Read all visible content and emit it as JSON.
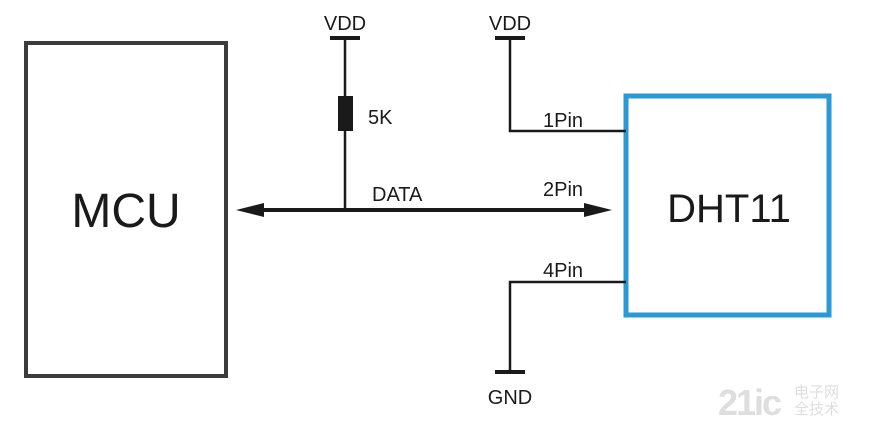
{
  "mcu": {
    "label": "MCU"
  },
  "sensor": {
    "label": "DHT11"
  },
  "power": {
    "vdd_left": "VDD",
    "vdd_right": "VDD",
    "gnd": "GND"
  },
  "resistor": {
    "value": "5K"
  },
  "signals": {
    "data": "DATA"
  },
  "pins": {
    "pin1": "1Pin",
    "pin2": "2Pin",
    "pin4": "4Pin"
  },
  "colors": {
    "line": "#1a1a1a",
    "mcu_border": "#3c3c3c",
    "sensor_border": "#2a9ad6"
  },
  "watermark": {
    "number": "21ic",
    "text_line1": "电子网",
    "text_line2": "全技术"
  }
}
